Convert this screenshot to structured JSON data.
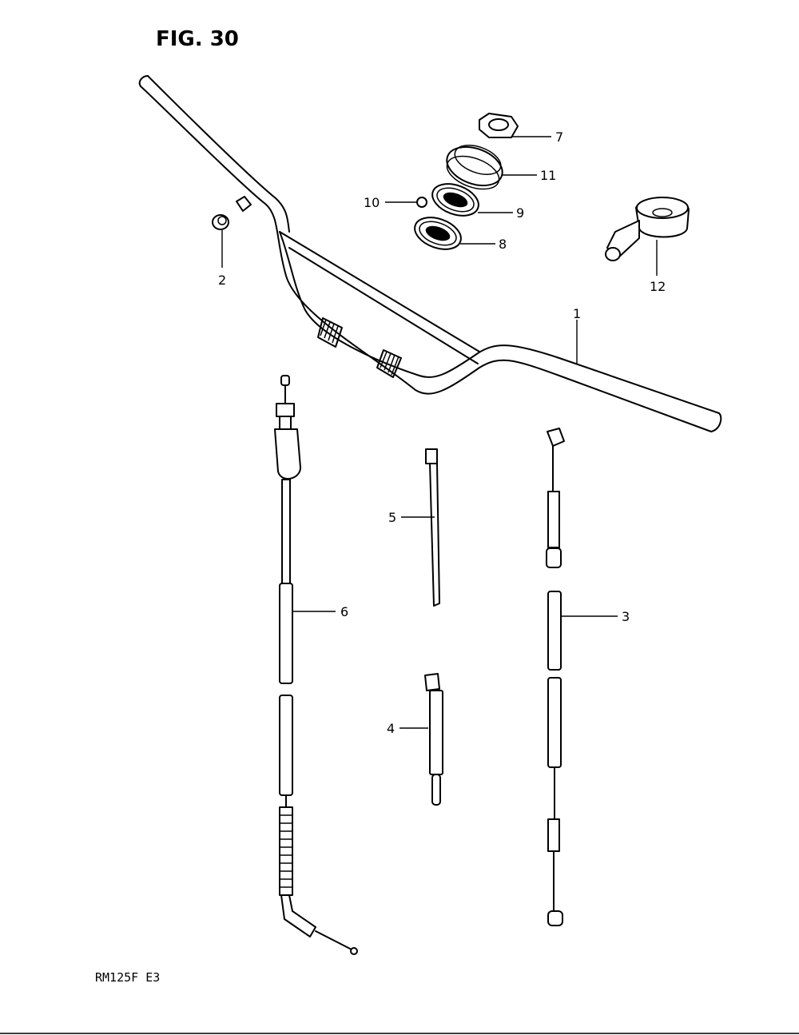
{
  "figure": {
    "title": "FIG. 30",
    "model_code": "RM125F  E3"
  },
  "callouts": [
    {
      "id": "1",
      "label": "1"
    },
    {
      "id": "2",
      "label": "2"
    },
    {
      "id": "3",
      "label": "3"
    },
    {
      "id": "4",
      "label": "4"
    },
    {
      "id": "5",
      "label": "5"
    },
    {
      "id": "6",
      "label": "6"
    },
    {
      "id": "7",
      "label": "7"
    },
    {
      "id": "8",
      "label": "8"
    },
    {
      "id": "9",
      "label": "9"
    },
    {
      "id": "10",
      "label": "10"
    },
    {
      "id": "11",
      "label": "11"
    },
    {
      "id": "12",
      "label": "12"
    }
  ],
  "colors": {
    "ink": "#000000",
    "paper": "#ffffff"
  }
}
